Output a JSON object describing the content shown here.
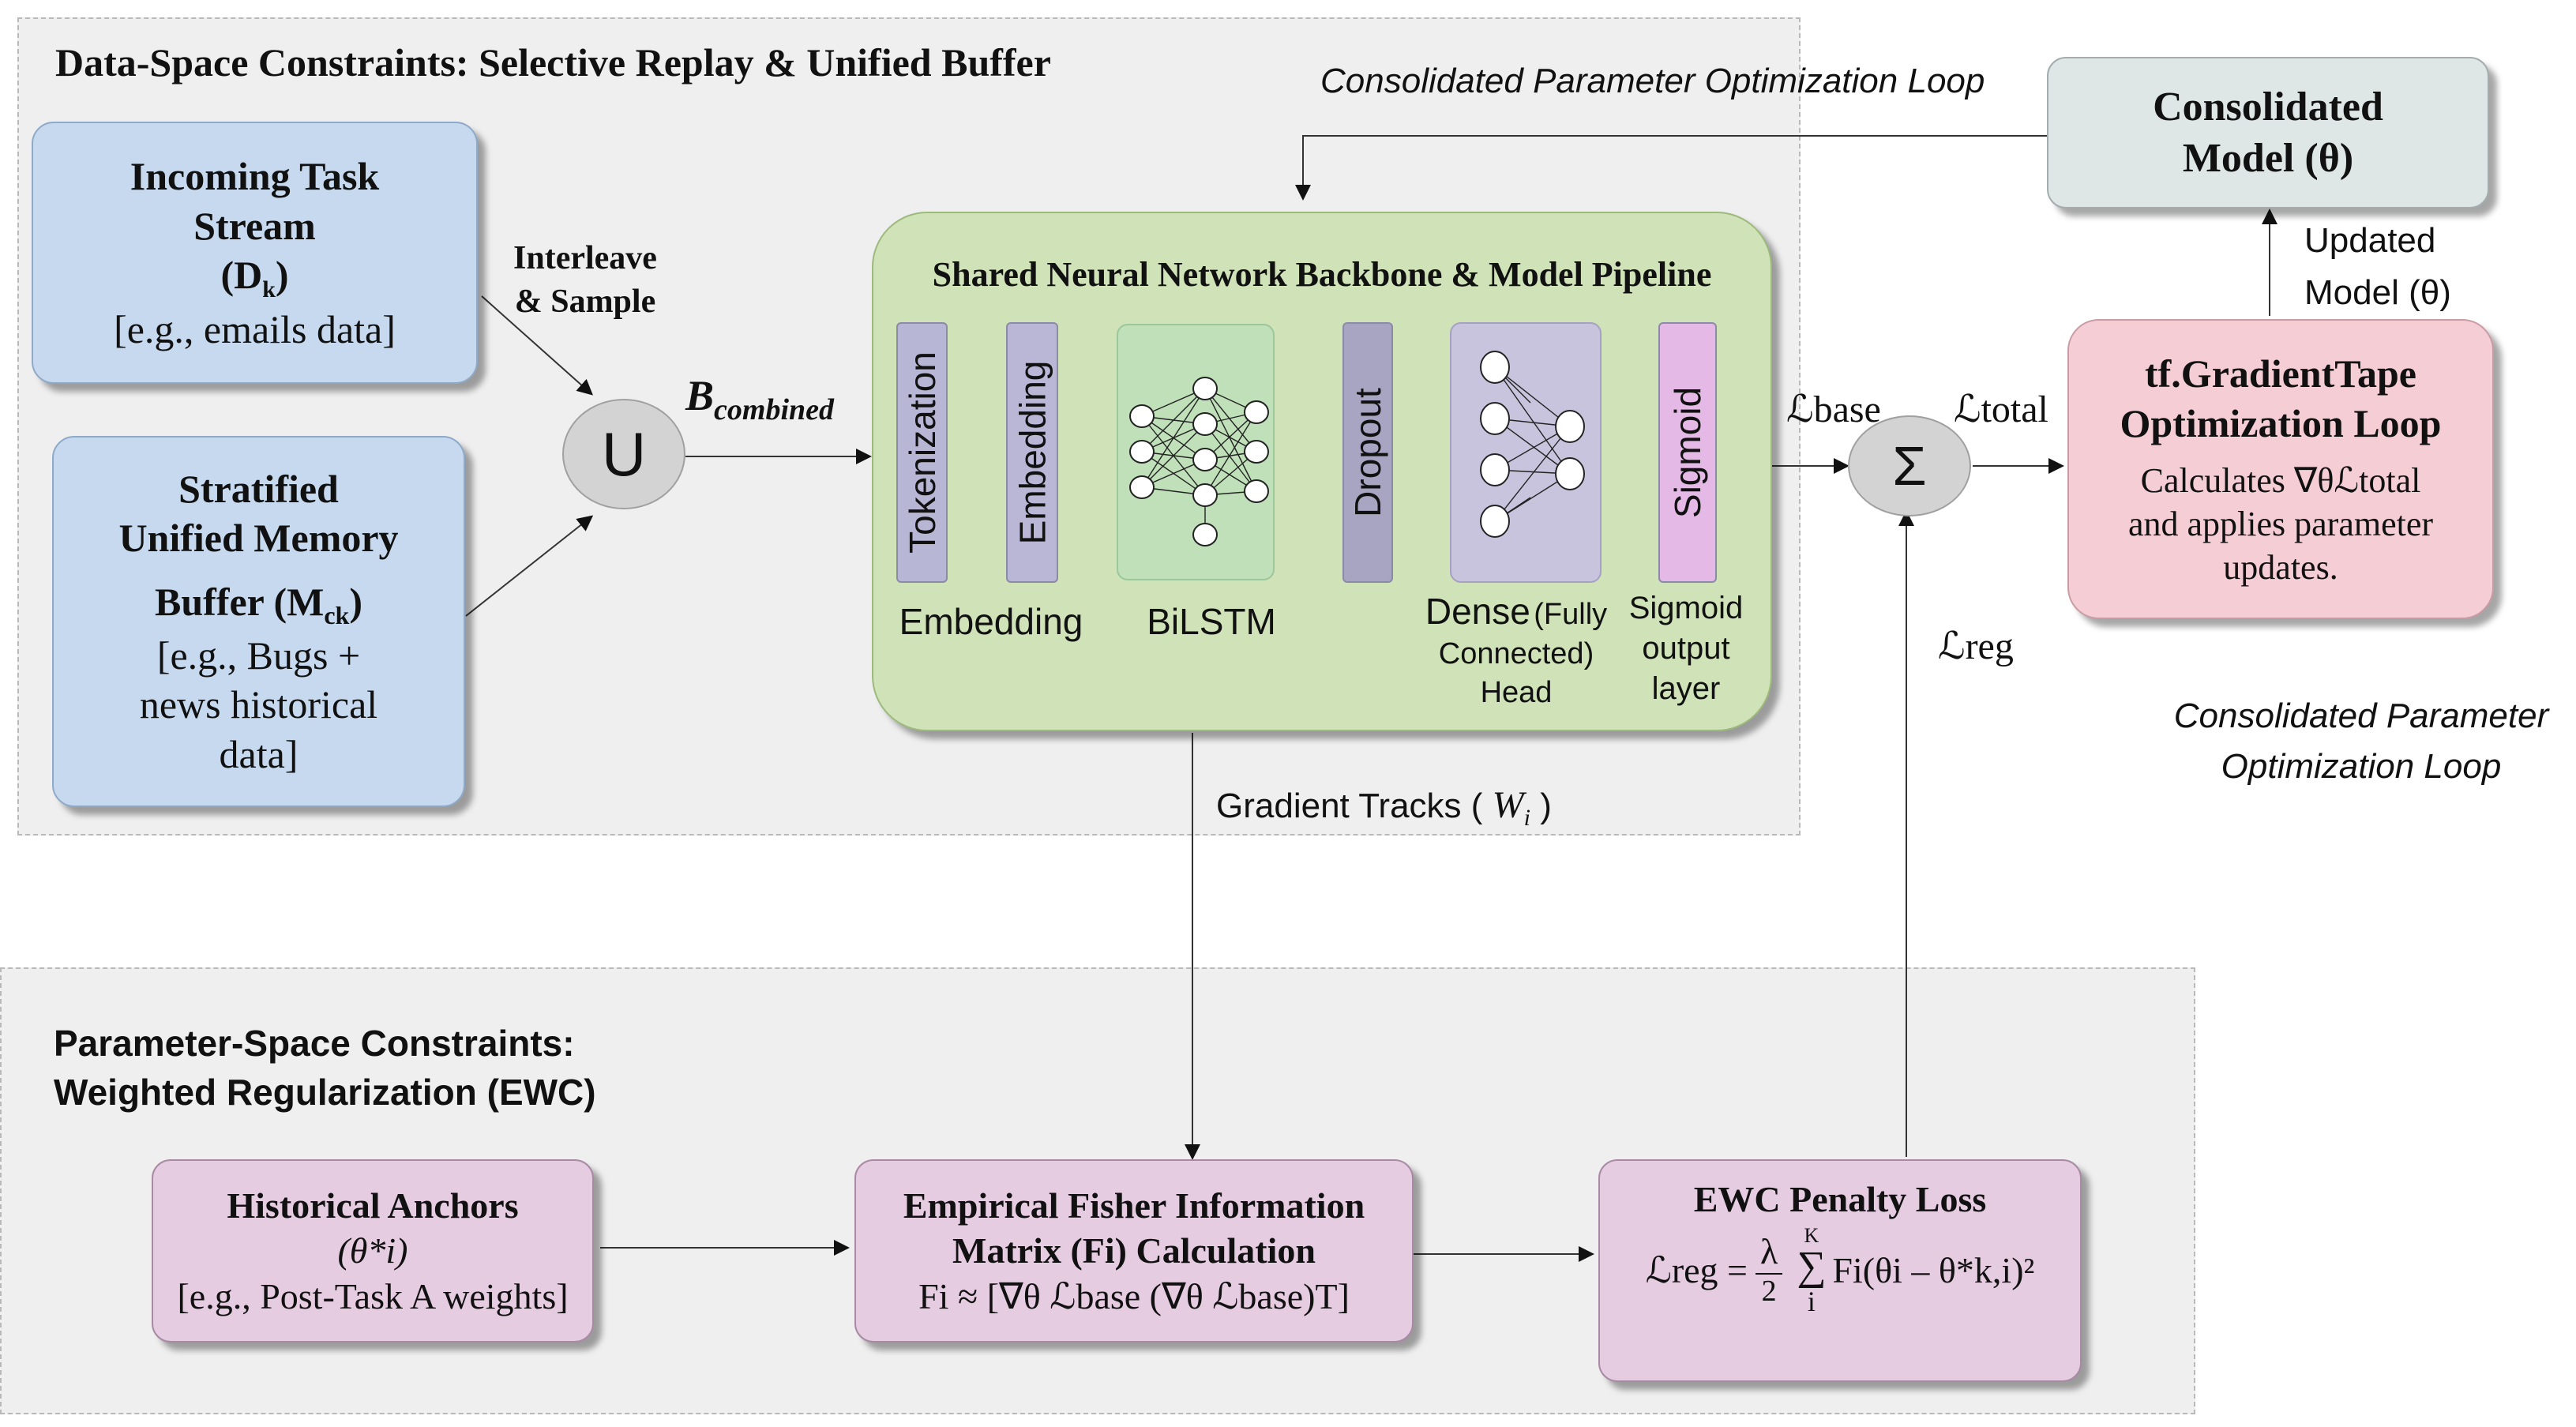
{
  "regions": {
    "data_space_title": "Data-Space Constraints: Selective Replay & Unified Buffer",
    "param_space_title_l1": "Parameter-Space Constraints:",
    "param_space_title_l2": "Weighted Regularization (EWC)"
  },
  "incoming": {
    "l1": "Incoming Task",
    "l2": "Stream",
    "sym": "D",
    "sub": "k",
    "example": "[e.g., emails data]"
  },
  "buffer": {
    "l1": "Stratified",
    "l2": "Unified Memory",
    "l3": "Buffer (M",
    "sub": "ck",
    "l3_end": ")",
    "ex1": "[e.g., Bugs +",
    "ex2": "news historical",
    "ex3": "data]"
  },
  "interleave": {
    "l1": "Interleave",
    "l2": "& Sample"
  },
  "union_symbol": "U",
  "bcombined": {
    "main": "B",
    "sub": "combined"
  },
  "backbone": {
    "title": "Shared Neural Network Backbone & Model Pipeline",
    "tokenization": "Tokenization",
    "embedding": "Embedding",
    "dropout": "Dropout",
    "sigmoid": "Sigmoid",
    "embedding_caption": "Embedding",
    "bilstm_caption": "BiLSTM",
    "dense_caption_main": "Dense",
    "dense_caption_l1_rest": "(Fully",
    "dense_caption_l2": "Connected)",
    "dense_caption_l3": "Head",
    "sigmoid_caption_l1": "Sigmoid",
    "sigmoid_caption_l2": "output",
    "sigmoid_caption_l3": "layer"
  },
  "gradient_tracks": {
    "text": "Gradient Tracks (",
    "sym": "W",
    "sub": "i",
    "end": ")"
  },
  "loop_top_label": "Consolidated Parameter Optimization Loop",
  "loop_right_l1": "Consolidated Parameter",
  "loop_right_l2": "Optimization Loop",
  "consolidated": {
    "l1": "Consolidated",
    "l2": "Model (θ)"
  },
  "updated": {
    "l1": "Updated",
    "l2": "Model (θ)"
  },
  "gradtape": {
    "l1": "tf.GradientTape",
    "l2": "Optimization Loop",
    "l3": "Calculates ∇θℒtotal",
    "l4": "and applies parameter",
    "l5": "updates."
  },
  "sum_symbol": "Σ",
  "losses": {
    "base": "ℒbase",
    "total": "ℒtotal",
    "reg": "ℒreg"
  },
  "anchors": {
    "l1": "Historical Anchors",
    "l2": "(θ*i)",
    "l3": "[e.g., Post-Task A weights]"
  },
  "fisher": {
    "l1": "Empirical Fisher Information",
    "l2": "Matrix (Fi) Calculation",
    "formula": "Fi ≈ [∇θ ℒbase (∇θ ℒbase)T]"
  },
  "ewc": {
    "title": "EWC Penalty Loss",
    "upper": "K",
    "formula_left": "ℒreg =",
    "lambda": "λ",
    "two": "2",
    "sigma": "∑",
    "i": "i",
    "formula_right": "Fi(θi – θ*k,i)²"
  },
  "colors": {
    "blue_box": "#c6d9ee",
    "pink_box": "#e5cce1",
    "rose_box": "#f5cdd5",
    "gray_box": "#dfe6e6",
    "green_box": "#cfe2b8",
    "region_bg": "#efefef"
  }
}
